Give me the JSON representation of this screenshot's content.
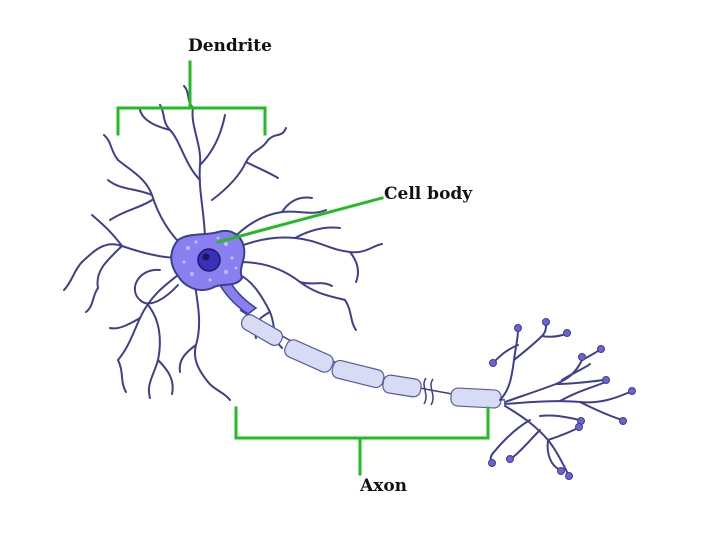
{
  "labels": {
    "dendrite": "Dendrite",
    "cell_body": "Cell body",
    "axon": "Axon"
  },
  "colors": {
    "annotation": "#22bb22",
    "membrane": "#3f3f8f",
    "fill": "#8a7ff0",
    "nucleus": "#3a30b8",
    "myelin": "#d7dcf4",
    "text": "#111111"
  }
}
